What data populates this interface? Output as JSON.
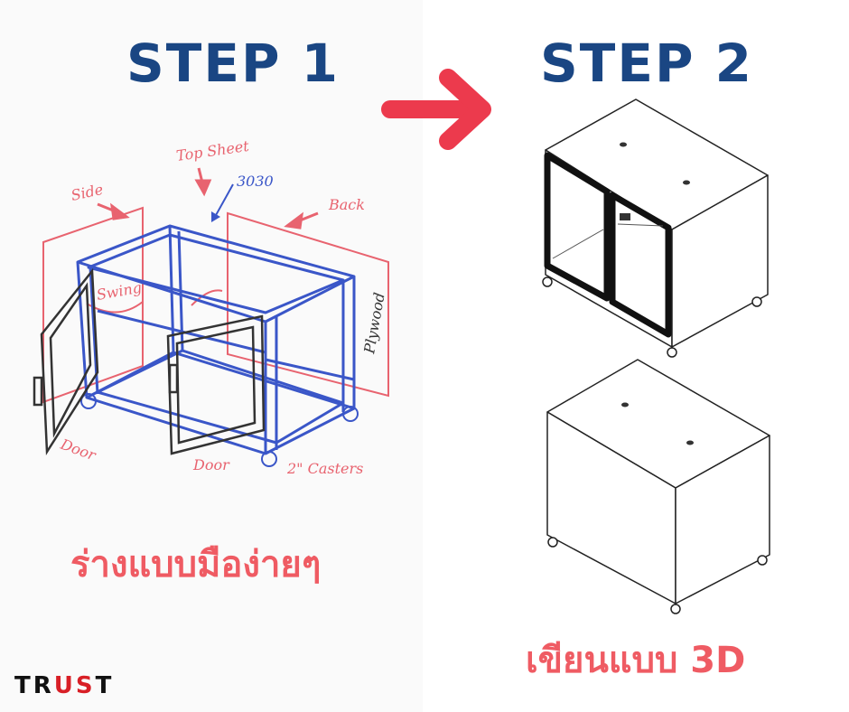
{
  "steps": {
    "step1": {
      "title": "STEP 1",
      "caption": "ร่างแบบมือง่ายๆ"
    },
    "step2": {
      "title": "STEP 2",
      "caption": "เขียนแบบ 3D"
    }
  },
  "sketch_labels": {
    "top_sheet": "Top Sheet",
    "profile": "3030",
    "side": "Side",
    "back": "Back",
    "swing": "Swing",
    "plywood": "Plywood",
    "door_left": "Door",
    "door_right": "Door",
    "casters": "2\" Casters"
  },
  "logo": {
    "part1": "TR",
    "part2": "US",
    "part3": "T"
  },
  "colors": {
    "title": "#1a4683",
    "caption": "#ef5b63",
    "arrow": "#ec3a4d",
    "frame_sketch": "#3a56c8",
    "panel_sketch": "#e8636f",
    "logo_accent": "#d81f26"
  },
  "icons": {
    "arrow": "arrow-right-icon"
  }
}
